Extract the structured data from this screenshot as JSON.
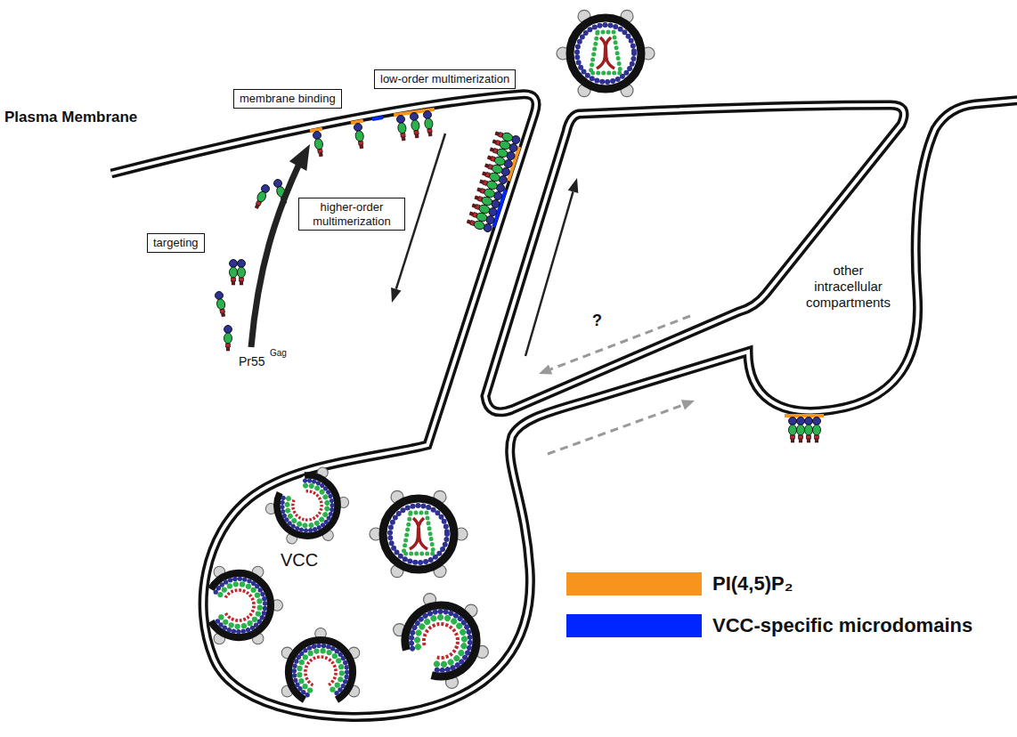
{
  "diagram": {
    "nodes": [
      {
        "text": [
          "membrane binding"
        ]
      },
      {
        "text": [
          "low-order multimerization"
        ]
      },
      {
        "text": [
          "targeting"
        ]
      },
      {
        "text": [
          "higher-order multimerization"
        ]
      }
    ],
    "labels": [
      "Plasma Membrane",
      "Pr55",
      "Gag",
      "VCC",
      "?",
      "other intracellular compartments"
    ],
    "legend": [
      {
        "text": "PI(4,5)P₂",
        "color": "#f7941d"
      },
      {
        "text": "VCC-specific microdomains",
        "color": "#0026ff"
      }
    ]
  }
}
